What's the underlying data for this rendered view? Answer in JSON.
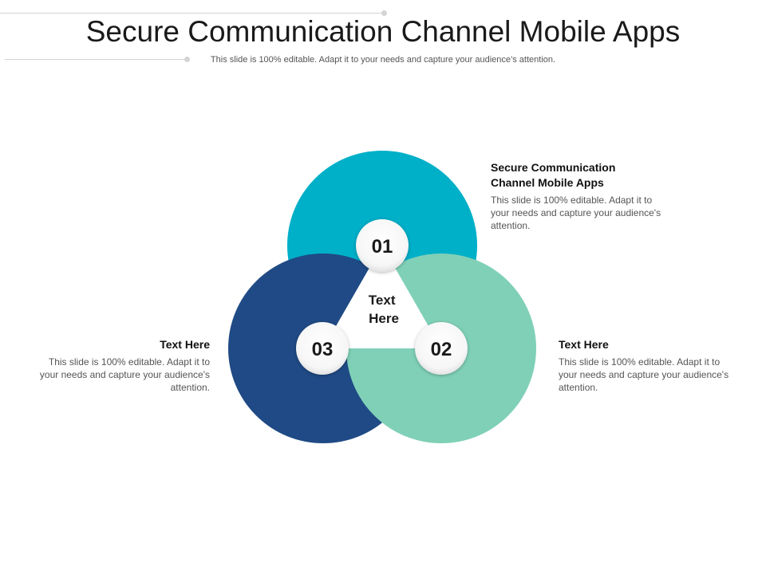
{
  "title": "Secure Communication Channel Mobile Apps",
  "subtitle": "This slide is 100% editable. Adapt it to your needs and capture your audience’s attention.",
  "center_label": [
    "Text",
    "Here"
  ],
  "segments": [
    {
      "number": "01",
      "color": "#00AFC8"
    },
    {
      "number": "02",
      "color": "#7FD0B7"
    },
    {
      "number": "03",
      "color": "#1F4A85"
    }
  ],
  "callouts": [
    {
      "heading": "Secure Communication Channel Mobile Apps",
      "body": "This slide is 100% editable. Adapt it to your needs and capture your audience's attention."
    },
    {
      "heading": "Text Here",
      "body": "This slide is 100% editable. Adapt it to your needs and capture your audience's attention."
    },
    {
      "heading": "Text Here",
      "body": "This slide is 100% editable. Adapt it to your needs and capture your audience's attention."
    }
  ]
}
